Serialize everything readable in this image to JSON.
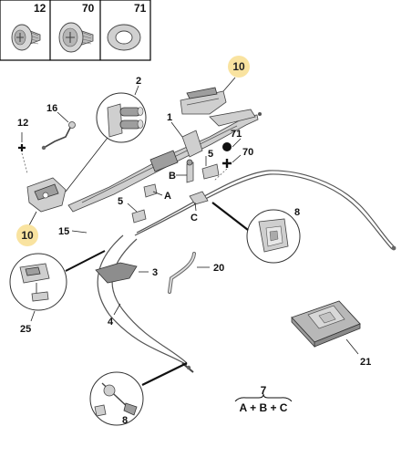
{
  "header_parts": [
    {
      "number": "12"
    },
    {
      "number": "70"
    },
    {
      "number": "71"
    }
  ],
  "callouts": {
    "c1": "1",
    "c2": "2",
    "c3": "3",
    "c4": "4",
    "c5a": "5",
    "c5b": "5",
    "c8a": "8",
    "c8b": "8",
    "c10a": "10",
    "c10b": "10",
    "c12": "12",
    "c15": "15",
    "c16": "16",
    "c20": "20",
    "c21": "21",
    "c25": "25",
    "c70": "70",
    "c71": "71",
    "cA": "A",
    "cB": "B",
    "cC": "C"
  },
  "assembly": {
    "number": "7",
    "formula": "A + B + C"
  },
  "colors": {
    "highlight": "#f9e3a0",
    "part_fill": "#cfcfcf",
    "part_dark": "#9e9e9e",
    "line": "#333333"
  },
  "icons": [
    "screw-icon",
    "flange-bolt-icon",
    "washer-icon",
    "plus-icon",
    "dot-icon"
  ]
}
